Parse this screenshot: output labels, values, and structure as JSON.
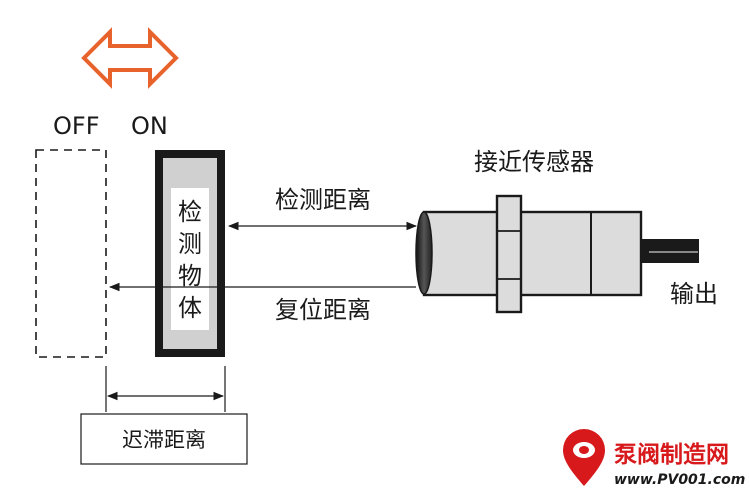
{
  "labels": {
    "off": "OFF",
    "on": "ON",
    "sensor": "接近传感器",
    "detect_distance": "检测距离",
    "reset_distance": "复位距离",
    "output": "输出",
    "hysteresis": "迟滞距离",
    "target_chars": [
      "检",
      "测",
      "物",
      "体"
    ]
  },
  "watermark": {
    "title": "泵阀制造网",
    "url": "www.PV001.com"
  },
  "colors": {
    "accent_arrow": "#e8622c",
    "target_fill": "#d0d0d0",
    "sensor_fill": "#dcdcdc",
    "watermark_red": "#d7191c"
  },
  "icons": {
    "direction": "double-arrow-icon",
    "logo": "map-pin-logo-icon"
  }
}
